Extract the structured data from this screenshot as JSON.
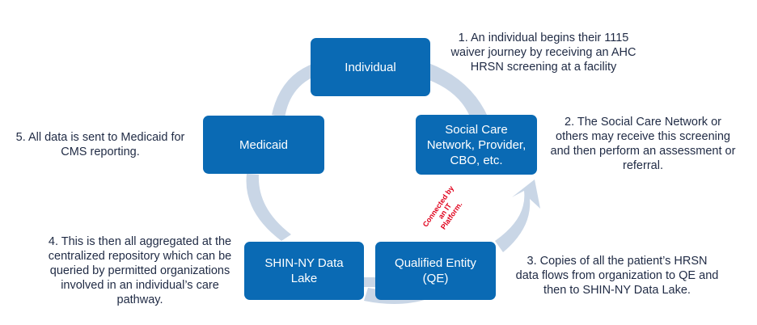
{
  "colors": {
    "node_fill": "#0a6ab4",
    "arrow_fill": "#c9d6e6",
    "note_text": "#1f2a44",
    "stamp_text": "#e0001b"
  },
  "nodes": {
    "individual": "Individual",
    "social_care": "Social Care Network, Provider, CBO, etc.",
    "qe": "Qualified Entity (QE)",
    "data_lake": "SHIN-NY Data Lake",
    "medicaid": "Medicaid"
  },
  "notes": {
    "step1": "1. An individual begins their 1115 waiver journey by receiving an AHC HRSN screening at a facility",
    "step2": "2. The Social Care Network or others may receive this screening and then perform an assessment or referral.",
    "step3": "3. Copies of all the patient’s HRSN data flows from organization to QE and then to SHIN-NY Data Lake.",
    "step4": "4. This is then all aggregated at the centralized repository which can be queried by permitted organizations involved in an individual’s care pathway.",
    "step5": "5. All data is sent to Medicaid for CMS reporting."
  },
  "connection_label": "Connected by an IT Platform."
}
